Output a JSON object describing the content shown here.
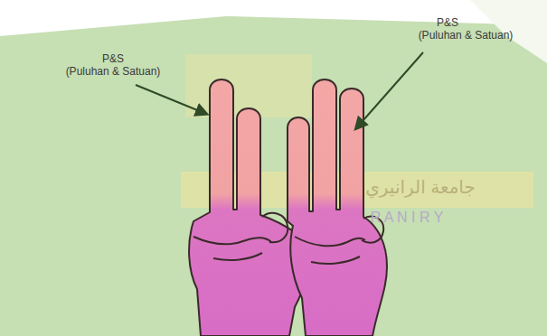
{
  "diagram": {
    "labels": [
      "P&S",
      "(Puluhan & Satuan)",
      "P&S",
      "(Puluhan & Satuan)",
      "جامعة الرانيري",
      "R A N I R Y"
    ]
  }
}
